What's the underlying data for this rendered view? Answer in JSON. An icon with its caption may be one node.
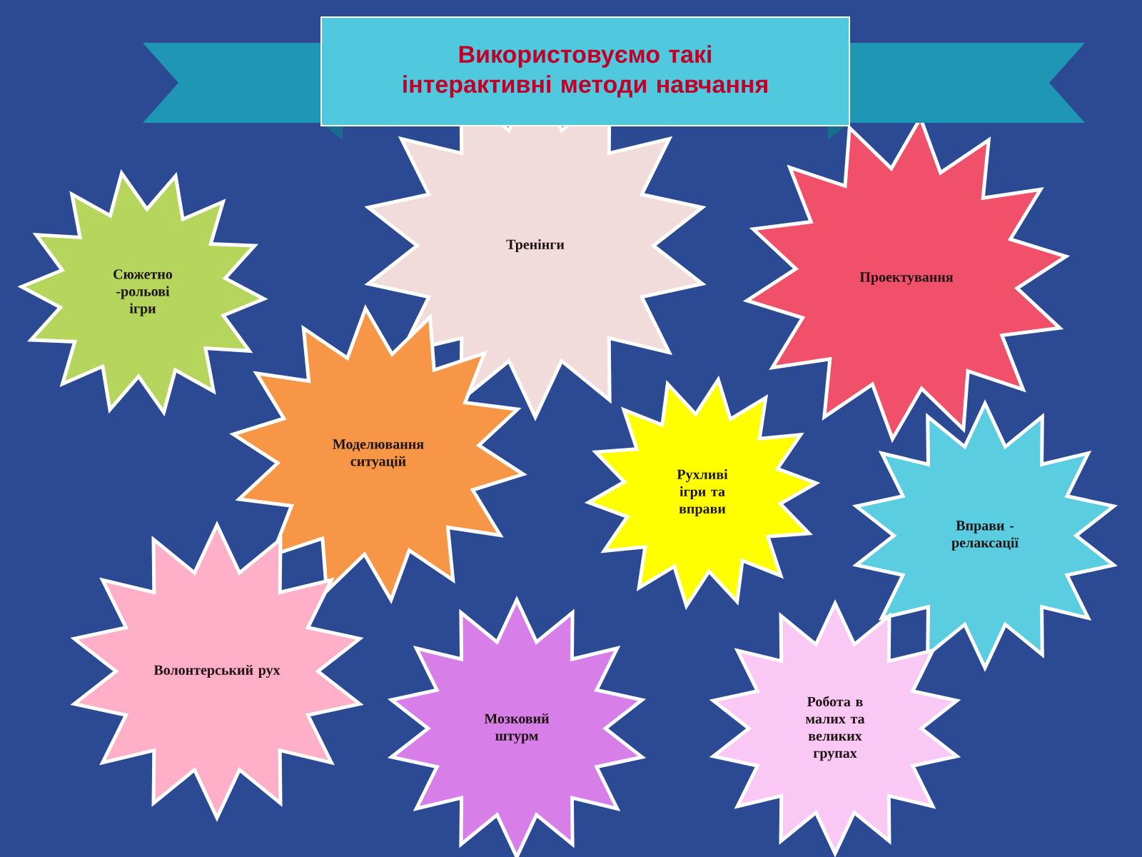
{
  "diagram": {
    "title": "Використовуємо такі інтерактивні методи навчання",
    "nodes": [
      {
        "text": [
          "Сюжетно -рольові ігри"
        ]
      },
      {
        "text": [
          "Тренінги"
        ]
      },
      {
        "text": [
          "Проектування"
        ]
      },
      {
        "text": [
          "Моделювання ситуацій"
        ]
      },
      {
        "text": [
          "Рухливі ігри та вправи"
        ]
      },
      {
        "text": [
          "Вправи - релаксації"
        ]
      },
      {
        "text": [
          "Волонтерський рух"
        ]
      },
      {
        "text": [
          "Мозковий штурм"
        ]
      },
      {
        "text": [
          "Робота в малих та великих групах"
        ]
      }
    ]
  }
}
